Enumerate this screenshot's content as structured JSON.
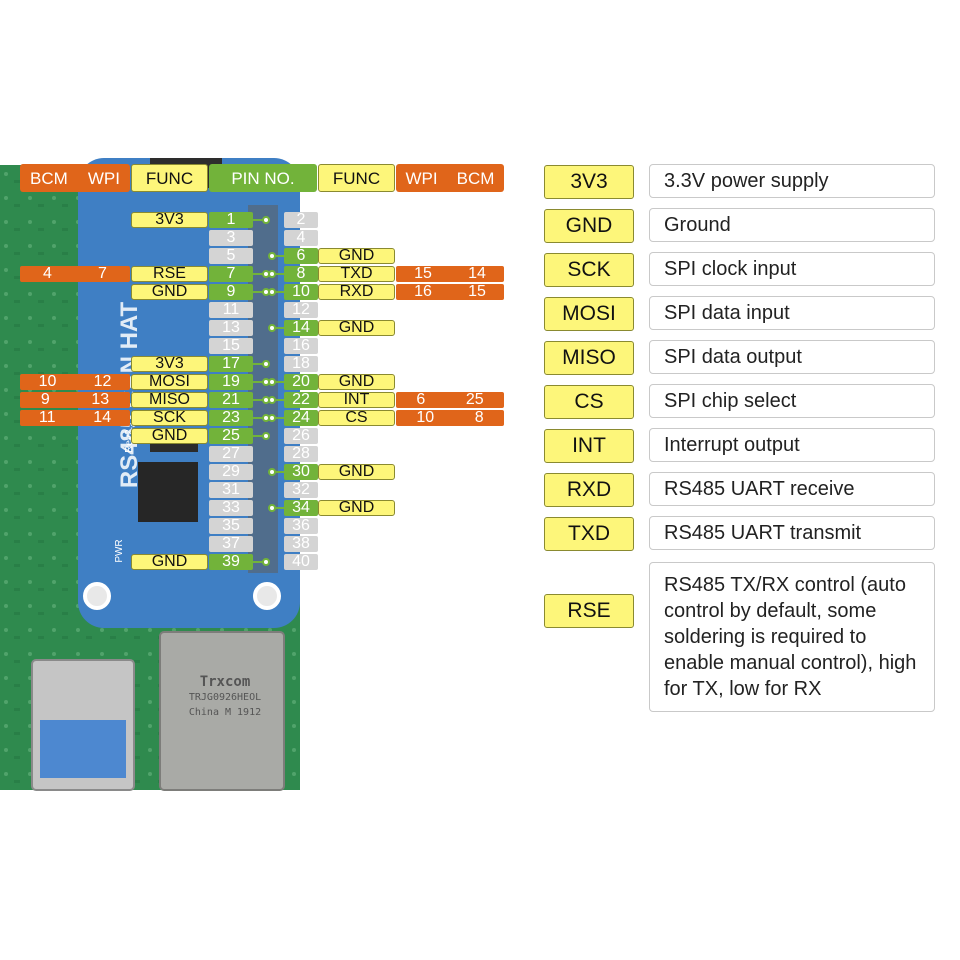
{
  "header": {
    "left_bcm": "BCM",
    "left_wpi": "WPI",
    "left_func": "FUNC",
    "pin_no": "PIN NO.",
    "right_func": "FUNC",
    "right_wpi": "WPI",
    "right_bcm": "BCM"
  },
  "pins": {
    "odd": [
      {
        "num": "1",
        "func": "3V3",
        "active": true
      },
      {
        "num": "3",
        "func": "",
        "active": false
      },
      {
        "num": "5",
        "func": "",
        "active": false
      },
      {
        "num": "7",
        "func": "RSE",
        "wpi": "7",
        "bcm": "4",
        "active": true
      },
      {
        "num": "9",
        "func": "GND",
        "active": true
      },
      {
        "num": "11",
        "func": "",
        "active": false
      },
      {
        "num": "13",
        "func": "",
        "active": false
      },
      {
        "num": "15",
        "func": "",
        "active": false
      },
      {
        "num": "17",
        "func": "3V3",
        "active": true
      },
      {
        "num": "19",
        "func": "MOSI",
        "wpi": "12",
        "bcm": "10",
        "active": true
      },
      {
        "num": "21",
        "func": "MISO",
        "wpi": "13",
        "bcm": "9",
        "active": true
      },
      {
        "num": "23",
        "func": "SCK",
        "wpi": "14",
        "bcm": "11",
        "active": true
      },
      {
        "num": "25",
        "func": "GND",
        "active": true
      },
      {
        "num": "27",
        "func": "",
        "active": false
      },
      {
        "num": "29",
        "func": "",
        "active": false
      },
      {
        "num": "31",
        "func": "",
        "active": false
      },
      {
        "num": "33",
        "func": "",
        "active": false
      },
      {
        "num": "35",
        "func": "",
        "active": false
      },
      {
        "num": "37",
        "func": "",
        "active": false
      },
      {
        "num": "39",
        "func": "GND",
        "active": true
      }
    ],
    "even": [
      {
        "num": "2",
        "func": "",
        "active": false
      },
      {
        "num": "4",
        "func": "",
        "active": false
      },
      {
        "num": "6",
        "func": "GND",
        "active": true
      },
      {
        "num": "8",
        "func": "TXD",
        "wpi": "15",
        "bcm": "14",
        "active": true
      },
      {
        "num": "10",
        "func": "RXD",
        "wpi": "16",
        "bcm": "15",
        "active": true
      },
      {
        "num": "12",
        "func": "",
        "active": false
      },
      {
        "num": "14",
        "func": "GND",
        "active": true
      },
      {
        "num": "16",
        "func": "",
        "active": false
      },
      {
        "num": "18",
        "func": "",
        "active": false
      },
      {
        "num": "20",
        "func": "GND",
        "active": true
      },
      {
        "num": "22",
        "func": "INT",
        "wpi": "6",
        "bcm": "25",
        "active": true
      },
      {
        "num": "24",
        "func": "CS",
        "wpi": "10",
        "bcm": "8",
        "active": true
      },
      {
        "num": "26",
        "func": "",
        "active": false
      },
      {
        "num": "28",
        "func": "",
        "active": false
      },
      {
        "num": "30",
        "func": "GND",
        "active": true
      },
      {
        "num": "32",
        "func": "",
        "active": false
      },
      {
        "num": "34",
        "func": "GND",
        "active": true
      },
      {
        "num": "36",
        "func": "",
        "active": false
      },
      {
        "num": "38",
        "func": "",
        "active": false
      },
      {
        "num": "40",
        "func": "",
        "active": false
      }
    ]
  },
  "board": {
    "title": "RS485 CAN HAT",
    "rev": "Rev2.1",
    "pwr": "PWR",
    "connector_text": [
      "Trxcom",
      "TRJG0926HEOL",
      "China M 1912"
    ]
  },
  "legend": [
    {
      "term": "3V3",
      "desc": "3.3V power supply"
    },
    {
      "term": "GND",
      "desc": "Ground"
    },
    {
      "term": "SCK",
      "desc": "SPI clock input"
    },
    {
      "term": "MOSI",
      "desc": "SPI data input"
    },
    {
      "term": "MISO",
      "desc": "SPI data output"
    },
    {
      "term": "CS",
      "desc": "SPI chip select"
    },
    {
      "term": "INT",
      "desc": "Interrupt output"
    },
    {
      "term": "RXD",
      "desc": "RS485 UART receive"
    },
    {
      "term": "TXD",
      "desc": "RS485 UART transmit"
    },
    {
      "term": "RSE",
      "desc": "RS485 TX/RX control (auto control by default, some soldering is required to enable manual control), high for TX, low for RX"
    }
  ],
  "colors": {
    "bcm_wpi": "#e0651a",
    "func": "#fdf67a",
    "pin_active": "#72b33a",
    "pin_inactive": "#d4d4d4",
    "board_blue": "#3f7fc4",
    "pcb_green": "#2f8a4e"
  }
}
